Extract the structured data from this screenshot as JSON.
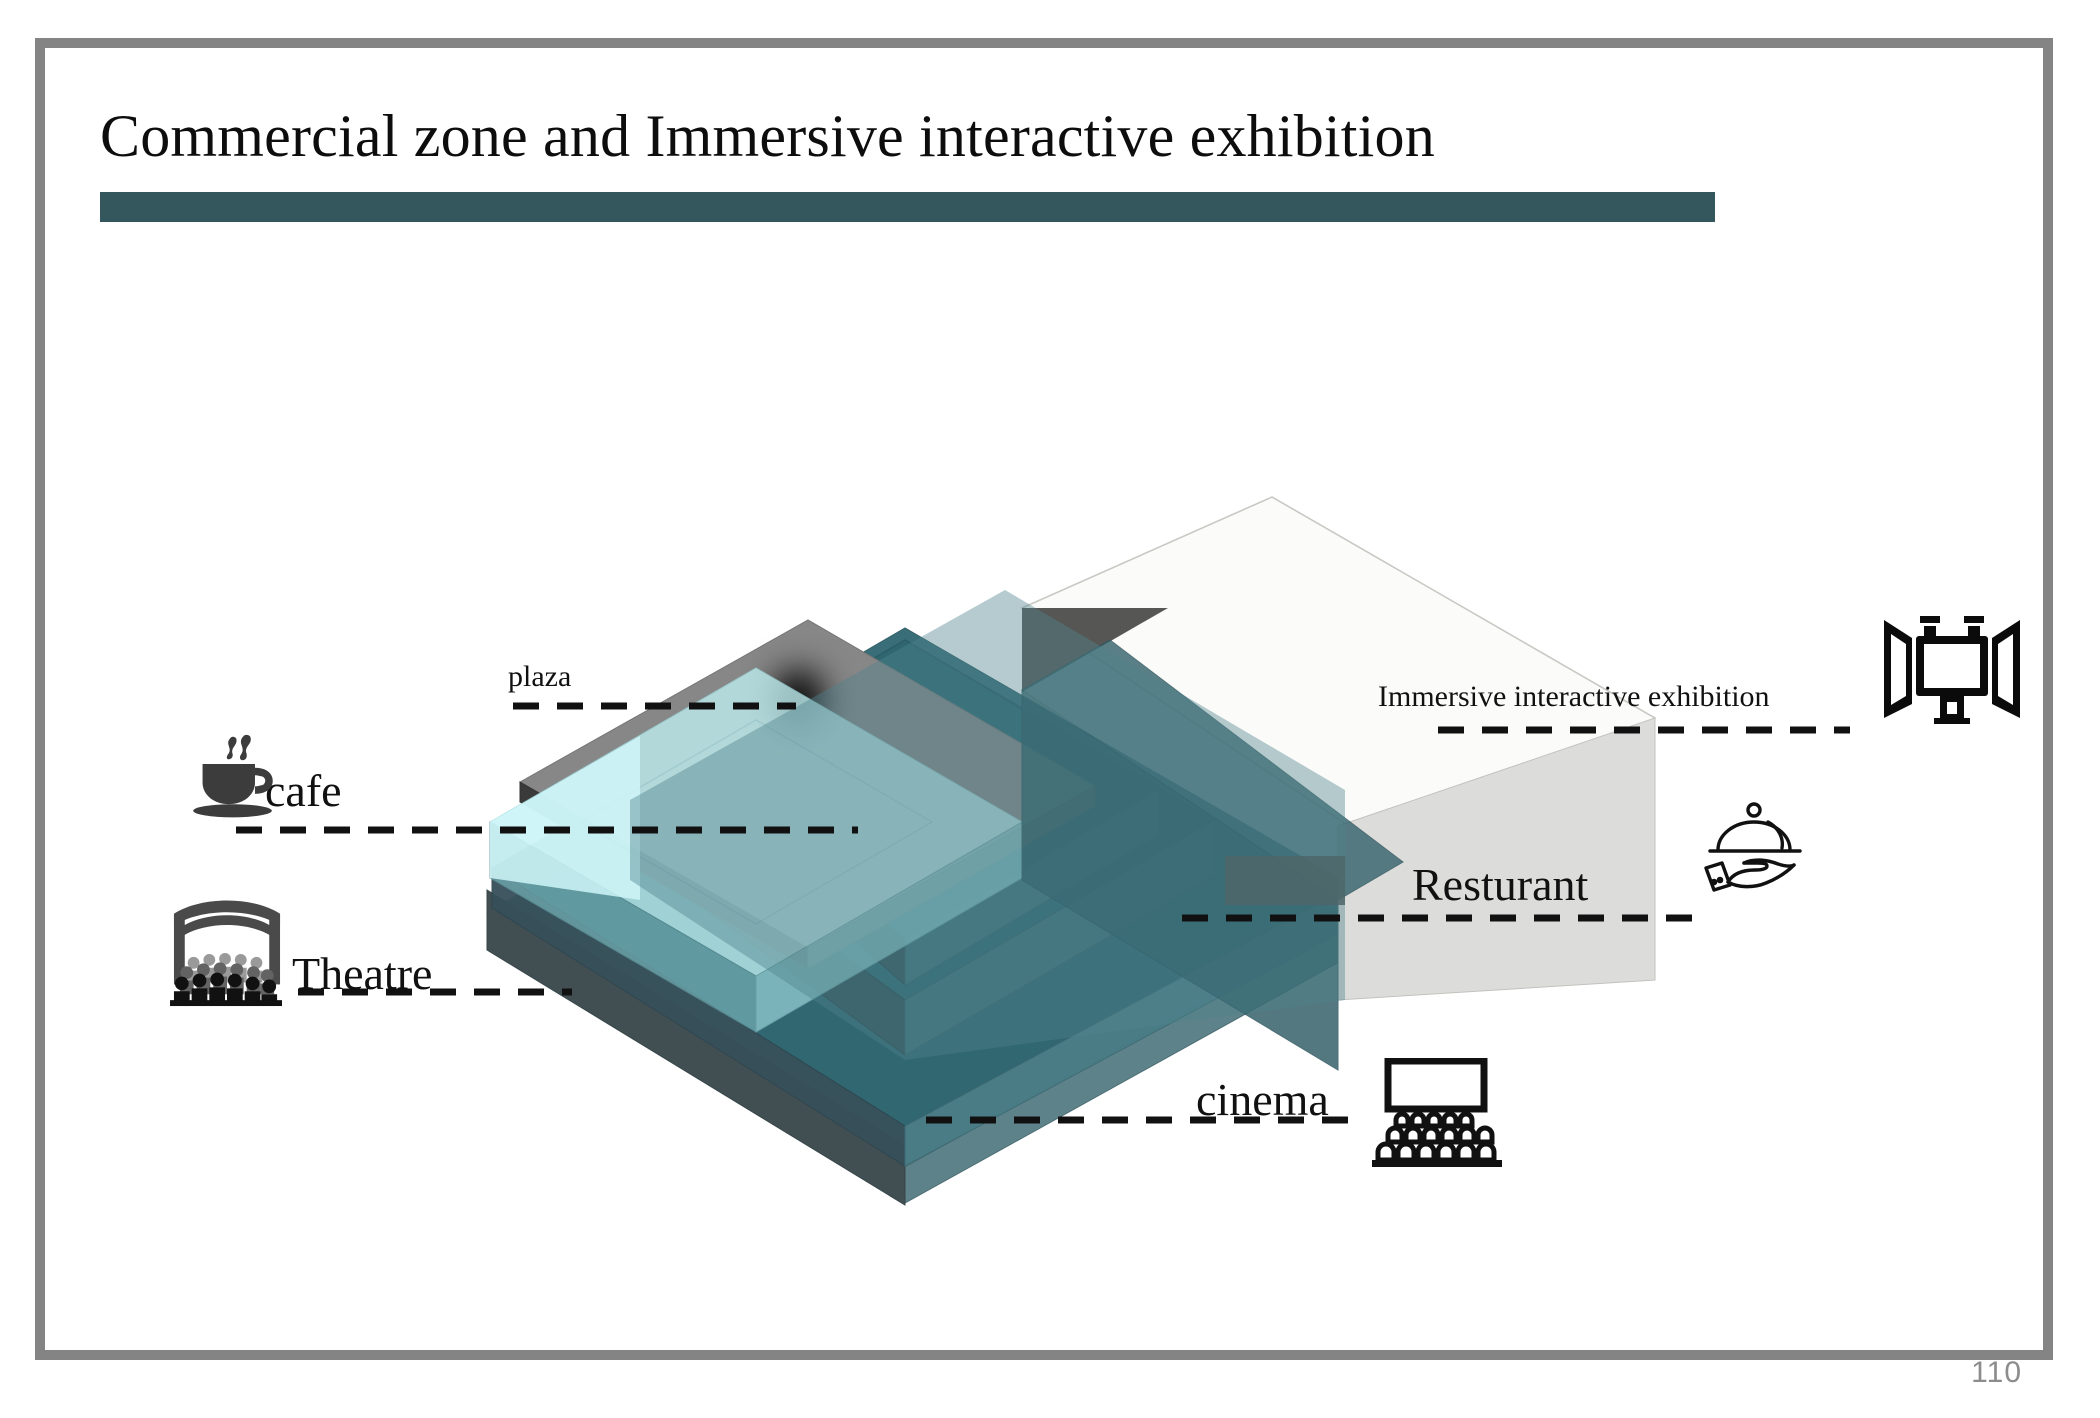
{
  "slide": {
    "title": "Commercial zone and Immersive interactive exhibition",
    "page_number": "110",
    "accent_color": "#33575D",
    "frame_color": "#848484",
    "background_color": "#FFFFFF"
  },
  "callouts": [
    {
      "key": "plaza",
      "label": "plaza",
      "icon": null,
      "size": "small"
    },
    {
      "key": "cafe",
      "label": "cafe",
      "icon": "coffee-cup-icon",
      "size": "large"
    },
    {
      "key": "theatre",
      "label": "Theatre",
      "icon": "theatre-stage-icon",
      "size": "large"
    },
    {
      "key": "cinema",
      "label": "cinema",
      "icon": "cinema-screen-icon",
      "size": "large"
    },
    {
      "key": "restaurant",
      "label": "Resturant",
      "icon": "serving-dome-icon",
      "size": "large"
    },
    {
      "key": "immersive",
      "label": "Immersive interactive exhibition",
      "icon": "immersive-room-icon",
      "size": "small"
    }
  ],
  "labels": {
    "plaza": "plaza",
    "cafe": "cafe",
    "theatre": "Theatre",
    "cinema": "cinema",
    "restaurant": "Resturant",
    "immersive": "Immersive interactive exhibition"
  },
  "diagram": {
    "type": "isometric-axonometric-massing",
    "description": "Exploded isometric stack of program volumes for a commercial zone",
    "volumes": [
      {
        "name": "base-podium",
        "program": "Theatre / cinema",
        "top_color": "#5E8289",
        "left_color": "#3F4F52",
        "right_color": "#5E8289"
      },
      {
        "name": "mid-slab",
        "program": "commercial floor",
        "top_color": "#2F6670",
        "left_color": "#37505A",
        "right_color": "#41707A"
      },
      {
        "name": "upper-slab",
        "program": "commercial floor",
        "top_color": "#2F6670",
        "left_color": "#37505A",
        "right_color": "#41707A"
      },
      {
        "name": "plaza-slab",
        "program": "plaza",
        "top_color": "#BFEFF1",
        "left_color": "#6FA8AE",
        "right_color": "#8FC9CE"
      },
      {
        "name": "gray-canopy-slab",
        "program": "plaza canopy",
        "top_color": "#878787",
        "left_color": "#3A3A3A",
        "right_color": "#6E6E6E"
      },
      {
        "name": "white-exhibition-box",
        "program": "Immersive interactive exhibition",
        "top_color": "#FBFBF9",
        "left_color": "#5A5A58",
        "right_color": "#DCDCDA"
      }
    ],
    "accent_marker": {
      "name": "plaza-marker-blur",
      "color": "#000000"
    }
  }
}
